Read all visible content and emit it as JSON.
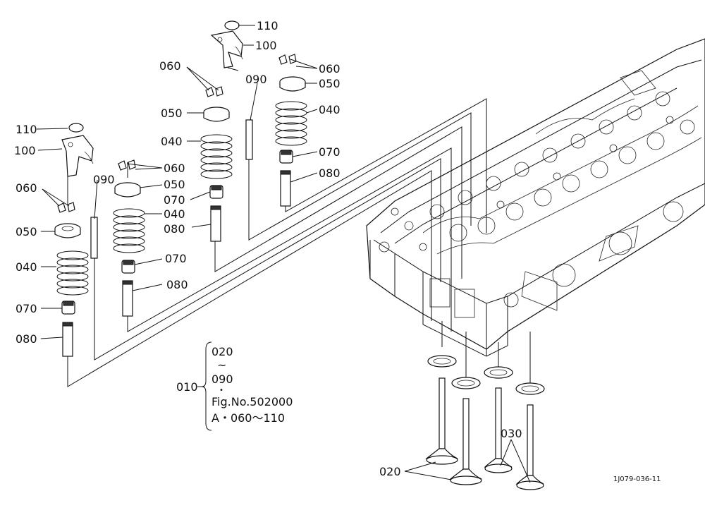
{
  "labels": {
    "p010": "010",
    "p020": "020",
    "p030": "030",
    "p040": "040",
    "p050": "050",
    "p060": "060",
    "p070": "070",
    "p080": "080",
    "p090": "090",
    "p100": "100",
    "p110": "110"
  },
  "note": {
    "range_start": "020",
    "tilde": "~",
    "range_end": "090",
    "dot": "•",
    "fig_ref": "Fig.No.502000",
    "subset": "A・060～110"
  },
  "drawing_code": "1J079-036-11"
}
